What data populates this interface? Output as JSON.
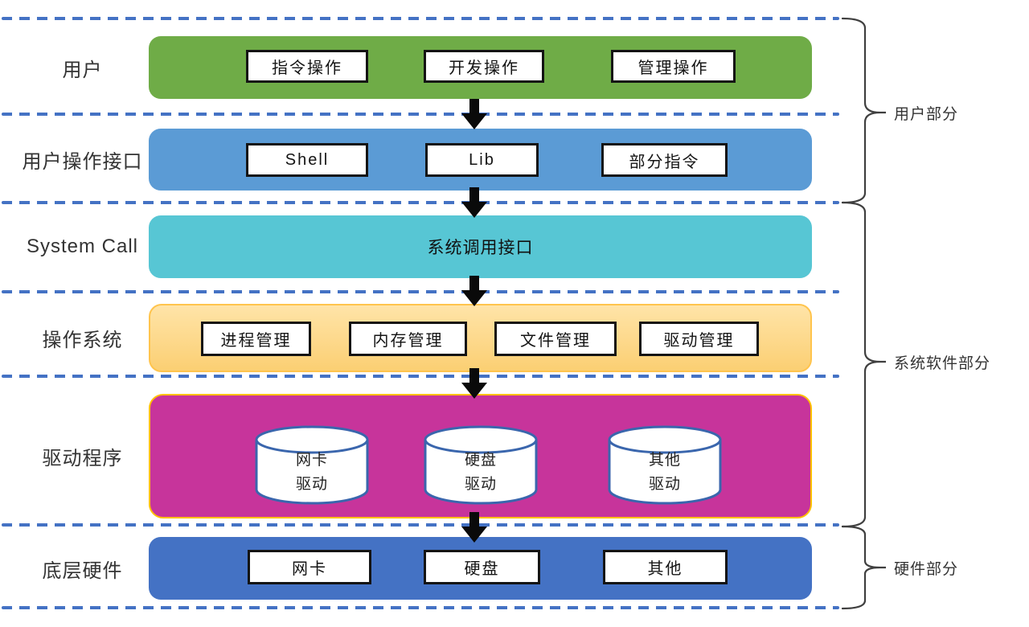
{
  "rows": [
    {
      "label": "用户",
      "boxes": [
        "指令操作",
        "开发操作",
        "管理操作"
      ]
    },
    {
      "label": "用户操作接口",
      "boxes": [
        "Shell",
        "Lib",
        "部分指令"
      ]
    },
    {
      "label": "System Call",
      "bar_text": "系统调用接口"
    },
    {
      "label": "操作系统",
      "boxes": [
        "进程管理",
        "内存管理",
        "文件管理",
        "驱动管理"
      ]
    },
    {
      "label": "驱动程序",
      "cylinders": [
        [
          "网卡",
          "驱动"
        ],
        [
          "硬盘",
          "驱动"
        ],
        [
          "其他",
          "驱动"
        ]
      ]
    },
    {
      "label": "底层硬件",
      "boxes": [
        "网卡",
        "硬盘",
        "其他"
      ]
    }
  ],
  "sections": [
    {
      "label": "用户部分"
    },
    {
      "label": "系统软件部分"
    },
    {
      "label": "硬件部分"
    }
  ],
  "colors": {
    "user_bar": "#6fac47",
    "interface_bar": "#5b9bd5",
    "syscall_bar": "#57c6d4",
    "os_bar_fill_top": "#ffe4a8",
    "os_bar_fill_bottom": "#fbcf73",
    "os_bar_border": "#ffc44d",
    "driver_bar": "#c7349b",
    "driver_bar_border": "#ffc000",
    "hardware_bar": "#4472c4",
    "separator": "#4472c4",
    "cylinder_border": "#3a66ad",
    "arrow": "#0a0a0a",
    "brace": "#3f3f3f"
  }
}
